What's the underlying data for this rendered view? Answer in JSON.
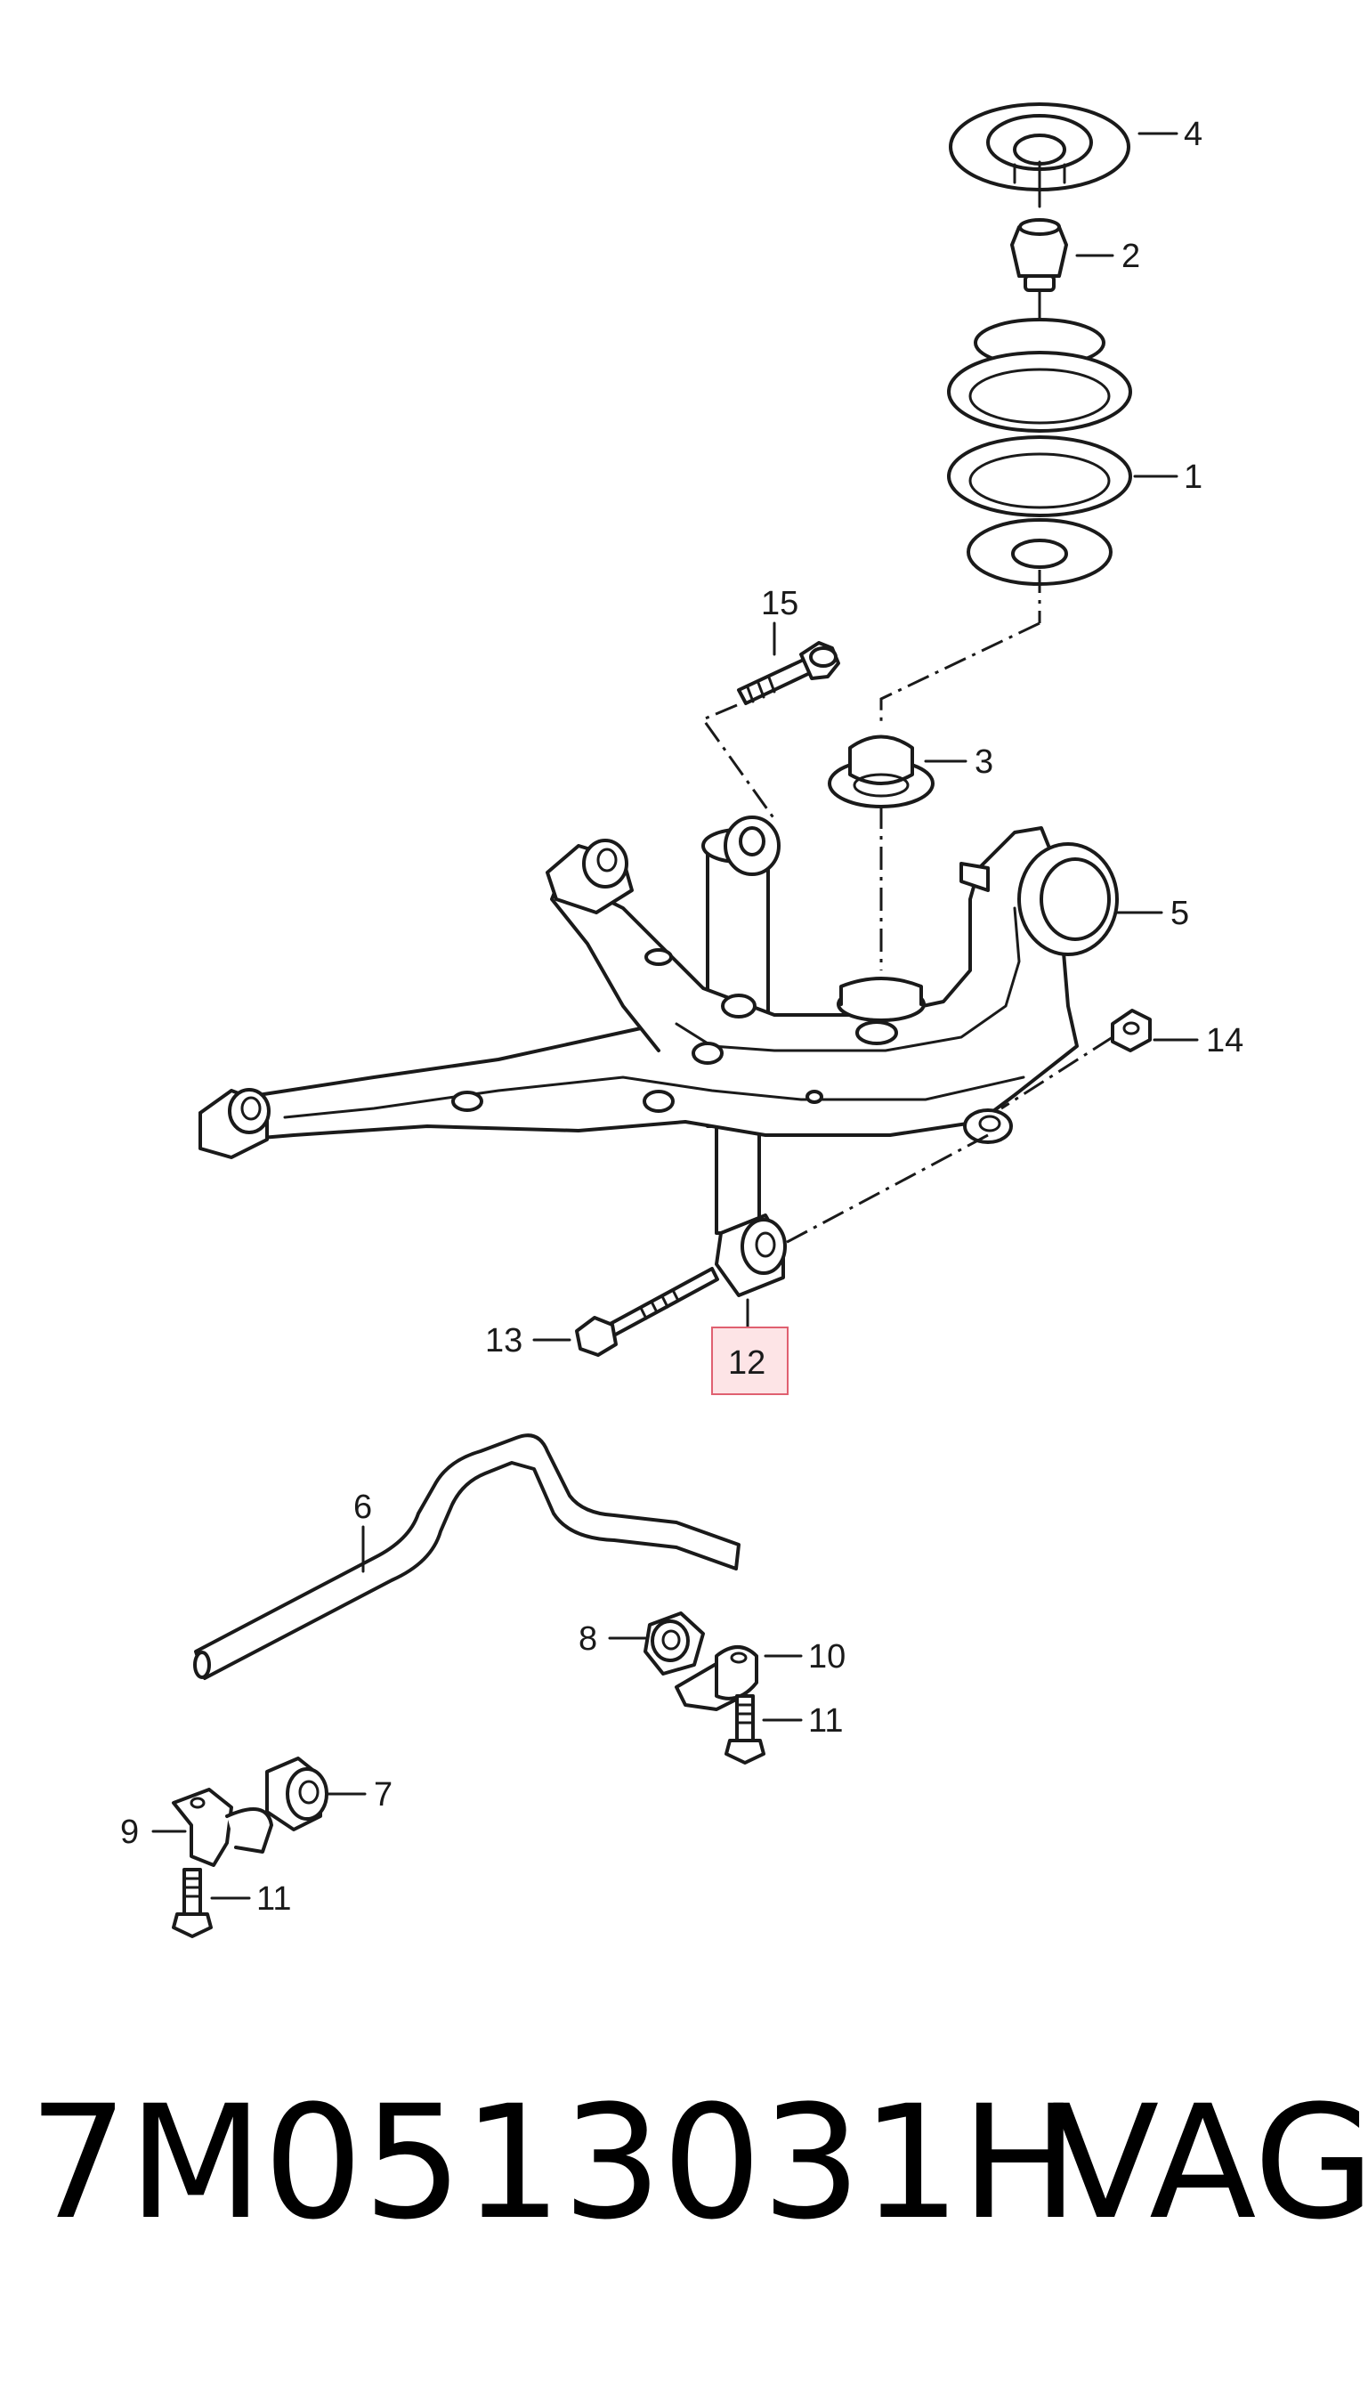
{
  "parts": {
    "p1": "1",
    "p2": "2",
    "p3": "3",
    "p4": "4",
    "p5": "5",
    "p6": "6",
    "p7": "7",
    "p8": "8",
    "p9": "9",
    "p10": "10",
    "p11a": "11",
    "p11b": "11",
    "p12": "12",
    "p13": "13",
    "p14": "14",
    "p15": "15"
  },
  "highlight": {
    "part": "12",
    "border_color": "#e06070",
    "fill_color": "#fde4e6"
  },
  "footer": {
    "part_number": "7M0513031H",
    "brand": "VAG"
  }
}
